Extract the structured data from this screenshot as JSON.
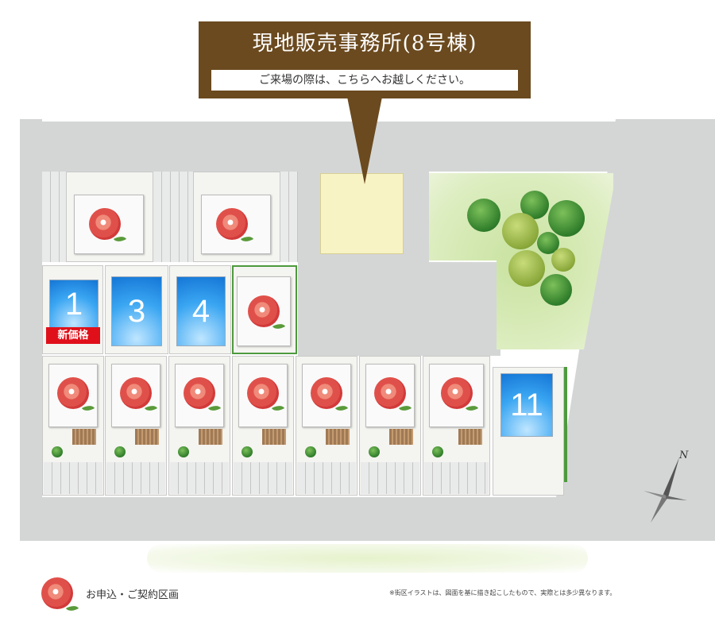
{
  "office_sign": {
    "title": "現地販売事務所(8号棟)",
    "subtitle": "ご来場の際は、こちらへお越しください。",
    "color": "#6b4a1f"
  },
  "lots": {
    "available": [
      {
        "number": "1",
        "badge": "新価格"
      },
      {
        "number": "3"
      },
      {
        "number": "4"
      },
      {
        "number": "11"
      }
    ],
    "badge_color": "#e0101a"
  },
  "compass": {
    "label": "N"
  },
  "legend": {
    "label": "お申込・ご契約区画",
    "icon": "rose-icon"
  },
  "note": "※街区イラストは、図面を基に描き起こしたもので、実際とは多少異なります。"
}
